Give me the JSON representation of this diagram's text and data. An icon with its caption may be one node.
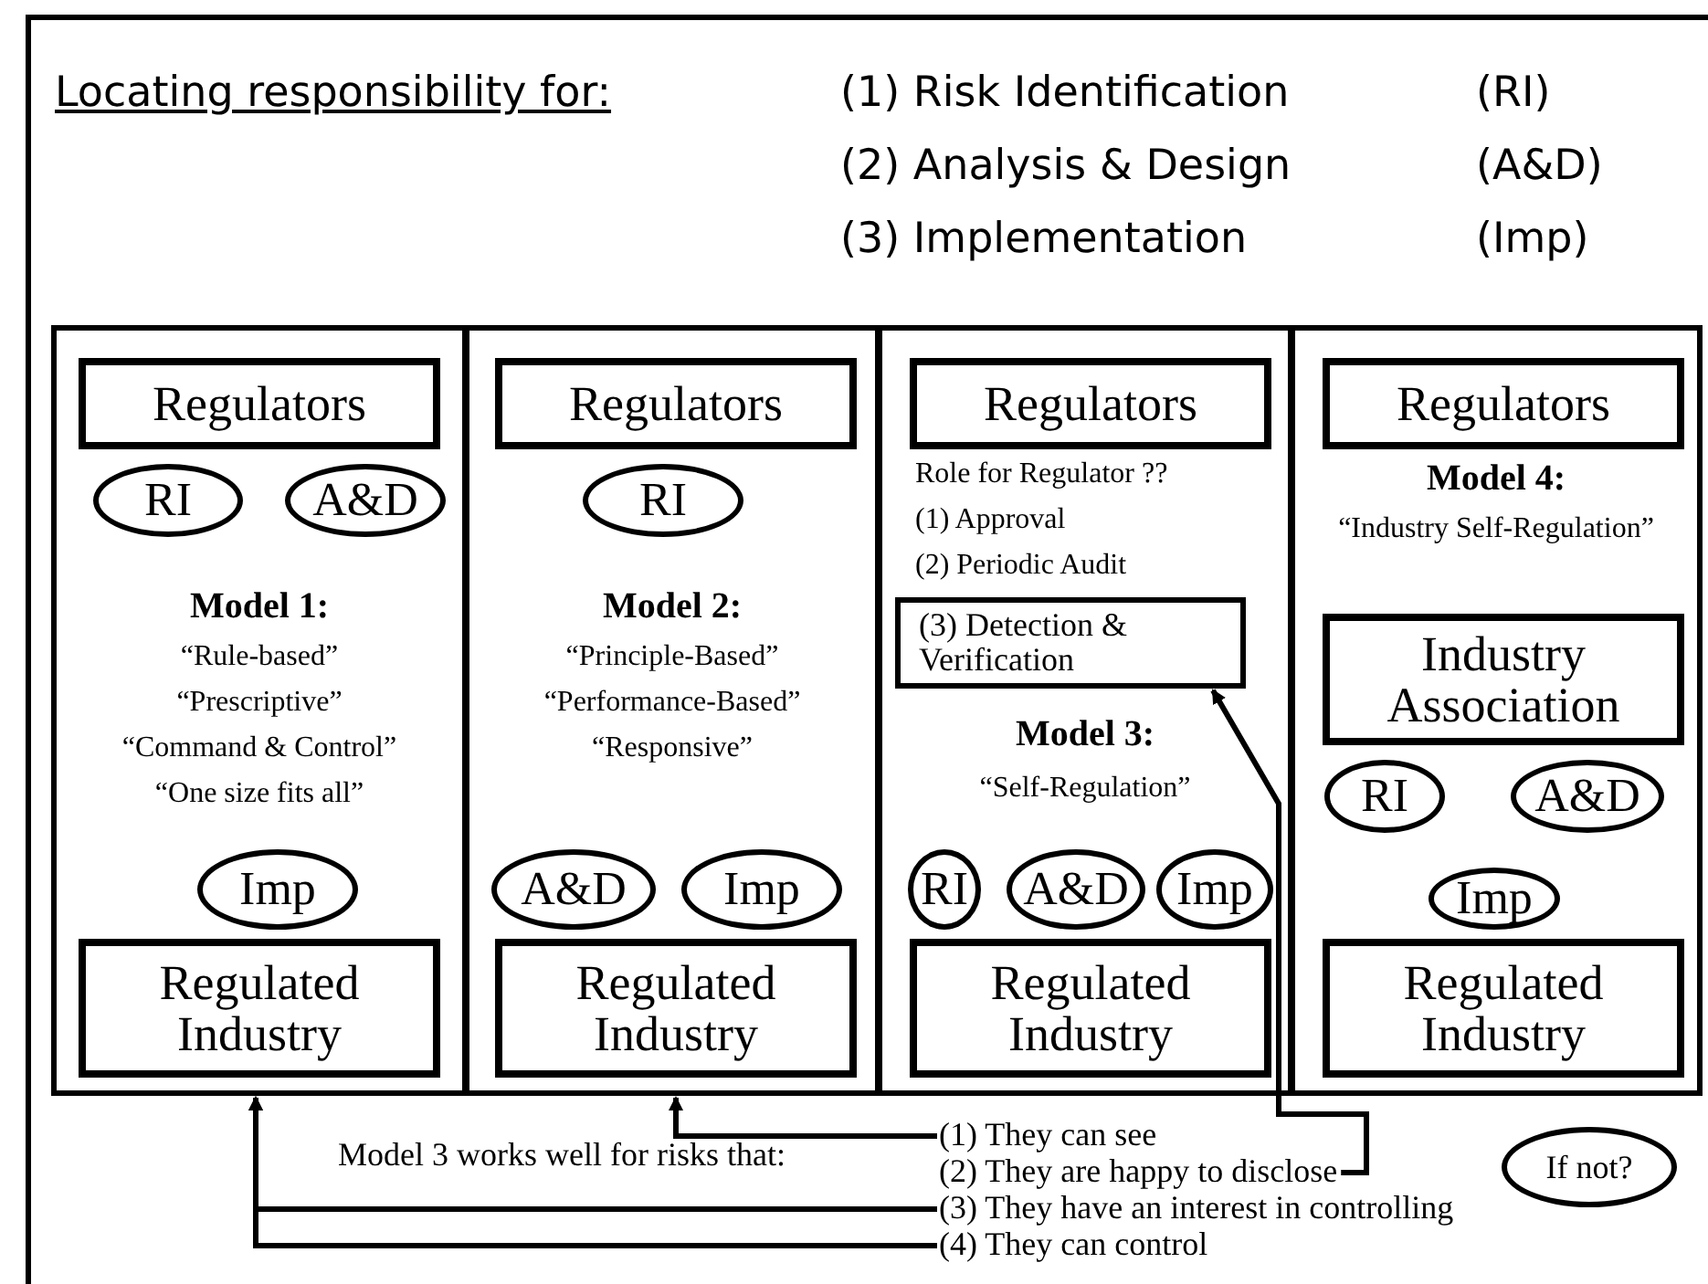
{
  "diagram": {
    "title": "Locating responsibility for:",
    "nodes": [
      {
        "text": [
          "Model 1:",
          "“Rule-based”",
          "“Prescriptive”",
          "“Command & Control”",
          "“One size fits all”"
        ]
      },
      {
        "text": [
          "Regulators"
        ],
        "in": 0
      },
      {
        "text": [
          "RI"
        ],
        "in": 0
      },
      {
        "text": [
          "A&D"
        ],
        "in": 0
      },
      {
        "text": [
          "Imp"
        ],
        "in": 0
      },
      {
        "text": [
          "Regulated Industry"
        ],
        "in": 0
      },
      {
        "text": [
          "Model 2:",
          "“Principle-Based”",
          "“Performance-Based”",
          "“Responsive”"
        ]
      },
      {
        "text": [
          "Regulators"
        ],
        "in": 6
      },
      {
        "text": [
          "RI"
        ],
        "in": 6
      },
      {
        "text": [
          "A&D"
        ],
        "in": 6
      },
      {
        "text": [
          "Imp"
        ],
        "in": 6
      },
      {
        "text": [
          "Regulated Industry"
        ],
        "in": 6
      },
      {
        "text": [
          "Role for Regulator ??",
          "(1) Approval",
          "(2) Periodic Audit",
          "Model 3:",
          "“Self-Regulation”"
        ]
      },
      {
        "text": [
          "Regulators"
        ],
        "in": 12
      },
      {
        "text": [
          "(3) Detection & Verification"
        ],
        "in": 12
      },
      {
        "text": [
          "RI"
        ],
        "in": 12
      },
      {
        "text": [
          "A&D"
        ],
        "in": 12
      },
      {
        "text": [
          "Imp"
        ],
        "in": 12
      },
      {
        "text": [
          "Regulated Industry"
        ],
        "in": 12
      },
      {
        "text": [
          "Model 4:",
          "“Industry Self-Regulation”"
        ]
      },
      {
        "text": [
          "Regulators"
        ],
        "in": 19
      },
      {
        "text": [
          "Industry Association"
        ],
        "in": 19
      },
      {
        "text": [
          "RI"
        ],
        "in": 19
      },
      {
        "text": [
          "A&D"
        ],
        "in": 19
      },
      {
        "text": [
          "Imp"
        ],
        "in": 19
      },
      {
        "text": [
          "Regulated Industry"
        ],
        "in": 19
      },
      {
        "text": [
          "(1) They can see"
        ]
      },
      {
        "text": [
          "(2) They are happy to disclose"
        ]
      },
      {
        "text": [
          "(3) They have an interest in controlling"
        ]
      },
      {
        "text": [
          "(4) They can control"
        ]
      },
      {
        "text": [
          "If not?"
        ]
      }
    ],
    "edges": [
      {
        "from": 26,
        "to": 6,
        "arrow": "to"
      },
      {
        "from": 27,
        "to": 14,
        "arrow": "to"
      },
      {
        "from": 28,
        "to": 0,
        "arrow": "to"
      },
      {
        "from": 29,
        "to": 0,
        "arrow": "to"
      }
    ],
    "labels": [
      "(1) Risk Identification",
      "(RI)",
      "(2) Analysis & Design",
      "(A&D)",
      "(3) Implementation",
      "(Imp)",
      "Model 3 works well for risks that:"
    ]
  }
}
